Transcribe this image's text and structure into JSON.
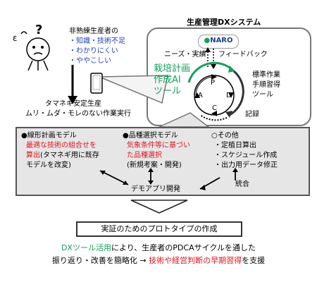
{
  "title": "生産管理DXシステム",
  "person": {
    "label": "非熟練生産者の",
    "issues": [
      "知識・技術不足",
      "わかりにくい",
      "ややこしい"
    ]
  },
  "result": {
    "line1": "タマネギ安定生産",
    "line2": "ムリ・ムダ・モレのない作業実行"
  },
  "dx": {
    "naro": "NARO",
    "needs_label": "ニーズ・実績",
    "feedback_label": "フィードバック",
    "tool_lines": [
      "栽培計画",
      "作成AI",
      "ツール"
    ],
    "pdca": [
      "P",
      "D",
      "C",
      "A"
    ],
    "std_lines": [
      "標準作業",
      "手順習得",
      "ツール"
    ],
    "record_label": "記録"
  },
  "models": {
    "linear": {
      "title": "●線形計画モデル",
      "red_lines": [
        "最適な技術の組合せを",
        "算出"
      ],
      "rest_inline": "(タマネギ用に既存",
      "line3": "モデルを改変)"
    },
    "variety": {
      "title": "●品種選択モデル",
      "red_lines": [
        "気象条件等に基づい",
        "た品種選択"
      ],
      "line3": "(新規考案・開発)"
    },
    "other": {
      "title": "○その他",
      "items": [
        "・定植日算出",
        "・スケジュール作成",
        "・出力用データ修正"
      ]
    },
    "demo_label": "デモアプリ開発",
    "integrate_label": "統合"
  },
  "proto_label": "実証のためのプロトタイプの作成",
  "footer": {
    "green1": "DXツール活用",
    "text1": "により、生産者のPDCAサイクルを通した",
    "text2": "振り返り・改善を簡略化 → ",
    "red2": "技術や経営判断の早期習得",
    "text3": "を支援"
  },
  "colors": {
    "blue": "#1f3fbf",
    "red": "#e0141e",
    "green": "#16a05a",
    "box_gray": "#e6e6e6"
  }
}
